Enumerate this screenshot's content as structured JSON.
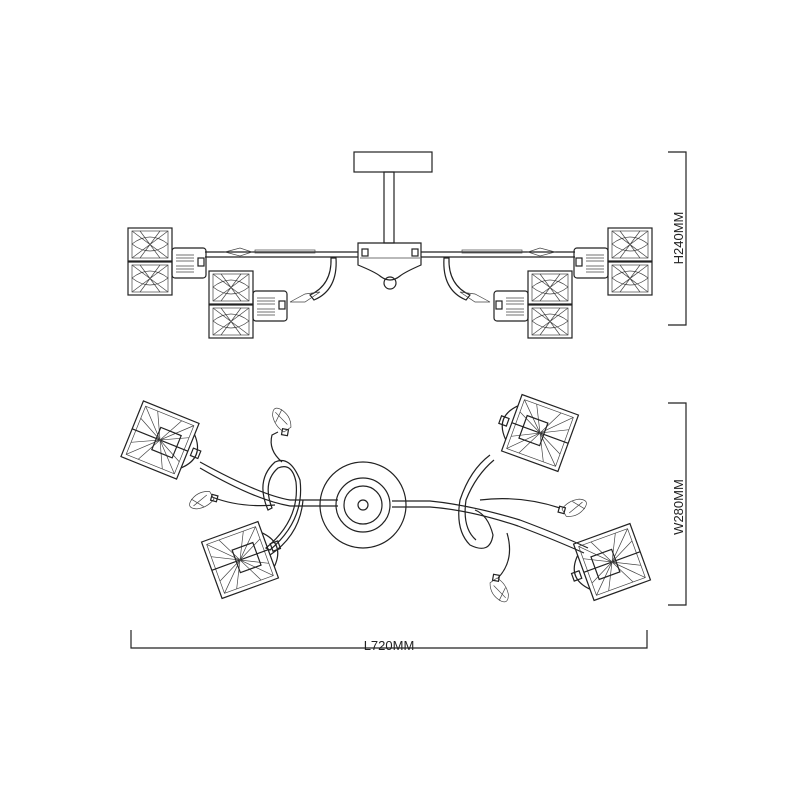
{
  "dimensions": {
    "height_label": "H240MM",
    "width_label": "W280MM",
    "length_label": "L720MM"
  },
  "views": [
    "side-elevation",
    "top-plan"
  ]
}
